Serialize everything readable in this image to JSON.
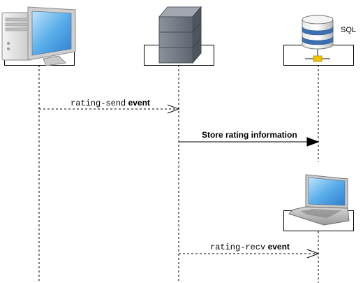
{
  "actors": [
    {
      "id": "client",
      "icon": "desktop-computer-icon",
      "label": ""
    },
    {
      "id": "server",
      "icon": "server-rack-icon",
      "label": ""
    },
    {
      "id": "database",
      "icon": "database-icon",
      "label": "SQL"
    },
    {
      "id": "laptop",
      "icon": "laptop-icon",
      "label": ""
    }
  ],
  "messages": [
    {
      "code": "rating-send",
      "text": "event",
      "style": "dashed",
      "arrow": "open"
    },
    {
      "code": "",
      "text": "Store rating information",
      "style": "solid",
      "arrow": "filled"
    },
    {
      "code": "rating-recv",
      "text": "event",
      "style": "dashed",
      "arrow": "open"
    }
  ],
  "colors": {
    "line": "#000000",
    "screen": "#4a9bdc",
    "server": "#7a808a",
    "db_blue": "#3b6fb0",
    "db_yellow": "#f2c200"
  }
}
